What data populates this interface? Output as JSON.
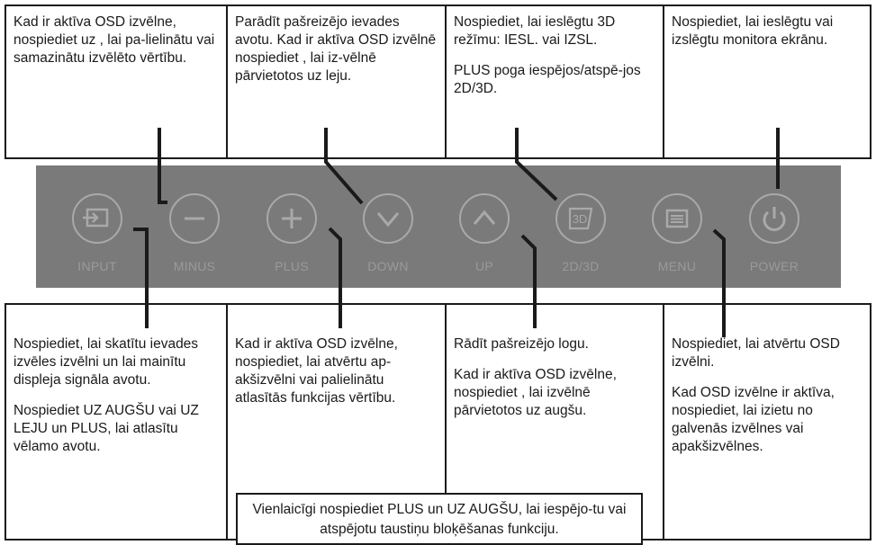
{
  "top_boxes": [
    {
      "id": "minus",
      "text": [
        "Kad ir aktīva OSD izvēlne, nospiediet uz , lai pa-lielinātu vai samazinātu izvēlēto vērtību."
      ]
    },
    {
      "id": "down",
      "text": [
        "Parādīt pašreizējo ievades avotu. Kad ir aktīva OSD izvēlnē nospiediet , lai iz-vēlnē pārvietotos uz leju."
      ]
    },
    {
      "id": "2d3d",
      "text": [
        "Nospiediet, lai ieslēgtu 3D režīmu: IESL. vai IZSL.",
        "PLUS poga iespējos/atspē-jos 2D/3D."
      ]
    },
    {
      "id": "power",
      "text": [
        "Nospiediet, lai ieslēgtu vai izslēgtu monitora ekrānu."
      ]
    }
  ],
  "bottom_boxes": [
    {
      "id": "input",
      "text": [
        "Nospiediet, lai skatītu ievades izvēles izvēlni un lai mainītu displeja signāla avotu.",
        "Nospiediet UZ AUGŠU vai UZ LEJU un PLUS, lai atlasītu vēlamo avotu."
      ]
    },
    {
      "id": "plus",
      "text": [
        "Kad ir aktīva OSD izvēlne, nospiediet, lai atvērtu ap-akšizvēlni vai palielinātu atlasītās funkcijas vērtību."
      ]
    },
    {
      "id": "up",
      "text": [
        "Rādīt pašreizējo logu.",
        "Kad ir aktīva OSD izvēlne, nospiediet , lai izvēlnē pārvietotos uz augšu."
      ]
    },
    {
      "id": "menu",
      "text": [
        "Nospiediet, lai atvērtu OSD izvēlni.",
        "Kad OSD izvēlne ir aktīva, nospiediet, lai izietu no galvenās izvēlnes vai apakšizvēlnes."
      ]
    }
  ],
  "bottom_note": "Vienlaicīgi nospiediet PLUS un UZ AUGŠU, lai iespējo-tu vai atspējotu taustiņu bloķēšanas funkciju.",
  "buttons": [
    {
      "label": "INPUT",
      "icon": "input-icon"
    },
    {
      "label": "MINUS",
      "icon": "minus-icon"
    },
    {
      "label": "PLUS",
      "icon": "plus-icon"
    },
    {
      "label": "DOWN",
      "icon": "chevron-down-icon"
    },
    {
      "label": "UP",
      "icon": "chevron-up-icon"
    },
    {
      "label": "2D/3D",
      "icon": "3d-icon"
    },
    {
      "label": "MENU",
      "icon": "menu-icon"
    },
    {
      "label": "POWER",
      "icon": "power-icon"
    }
  ],
  "colors": {
    "panel": "#7a7a7a",
    "button_outline": "#a9a9a9",
    "button_label": "#9a9a9a",
    "border": "#1a1a1a"
  }
}
